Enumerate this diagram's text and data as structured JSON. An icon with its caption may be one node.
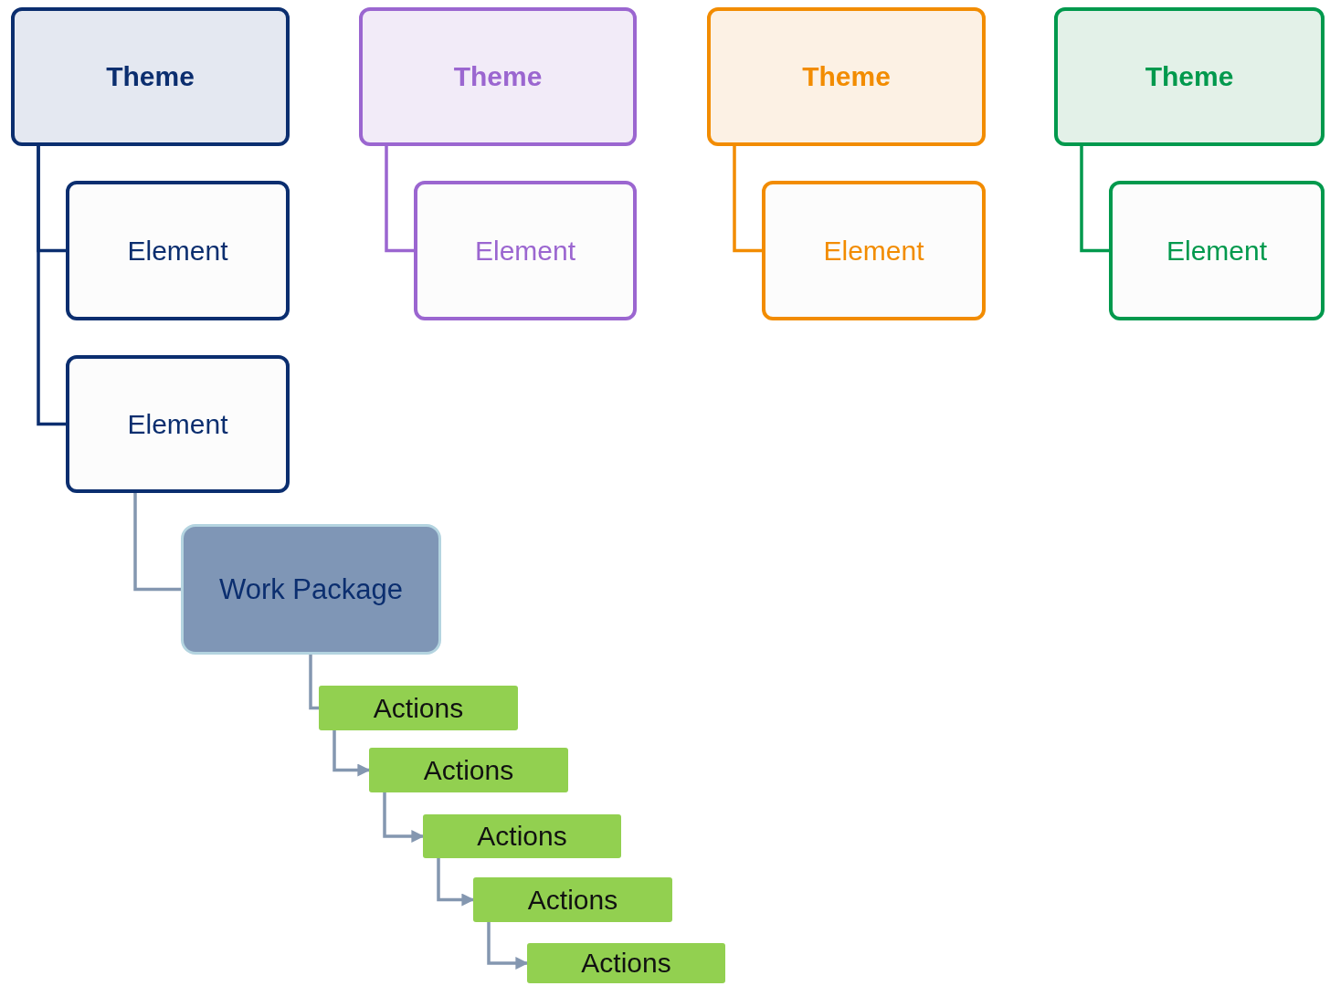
{
  "diagram": {
    "nodes": [
      {
        "text": [
          "Theme"
        ]
      },
      {
        "text": [
          "Element"
        ]
      },
      {
        "text": [
          "Element"
        ]
      },
      {
        "text": [
          "Theme"
        ]
      },
      {
        "text": [
          "Element"
        ]
      },
      {
        "text": [
          "Theme"
        ]
      },
      {
        "text": [
          "Element"
        ]
      },
      {
        "text": [
          "Theme"
        ]
      },
      {
        "text": [
          "Element"
        ]
      },
      {
        "text": [
          "Work Package"
        ]
      },
      {
        "text": [
          "Actions"
        ]
      },
      {
        "text": [
          "Actions"
        ]
      },
      {
        "text": [
          "Actions"
        ]
      },
      {
        "text": [
          "Actions"
        ]
      },
      {
        "text": [
          "Actions"
        ]
      }
    ],
    "edges": [
      {
        "from": 0,
        "to": 1,
        "arrow": "none",
        "color": "#0b2e6f"
      },
      {
        "from": 0,
        "to": 2,
        "arrow": "none",
        "color": "#0b2e6f"
      },
      {
        "from": 3,
        "to": 4,
        "arrow": "none",
        "color": "#9b66d0"
      },
      {
        "from": 5,
        "to": 6,
        "arrow": "none",
        "color": "#f28c00"
      },
      {
        "from": 7,
        "to": 8,
        "arrow": "none",
        "color": "#00994d"
      },
      {
        "from": 2,
        "to": 9,
        "arrow": "none"
      },
      {
        "from": 9,
        "to": 10,
        "arrow": "none"
      },
      {
        "from": 10,
        "to": 11,
        "arrow": "to"
      },
      {
        "from": 11,
        "to": 12,
        "arrow": "to"
      },
      {
        "from": 12,
        "to": 13,
        "arrow": "to"
      },
      {
        "from": 13,
        "to": 14,
        "arrow": "to"
      }
    ]
  }
}
